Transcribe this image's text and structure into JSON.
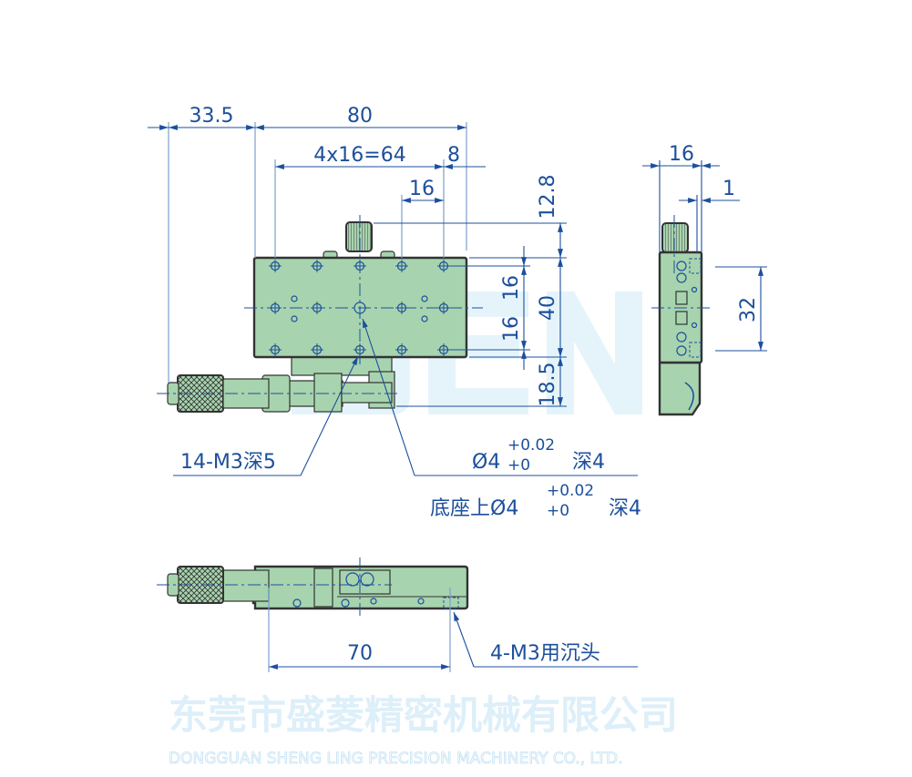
{
  "watermark": {
    "logo": "SEN",
    "company_cn": "东莞市盛菱精密机械有限公司",
    "company_en": "DONGGUAN SHENG LING PRECISION MACHINERY CO., LTD."
  },
  "colors": {
    "dimension": "#1c4f9c",
    "part_fill": "#a7d4ae",
    "outline": "#333333",
    "watermark": "#dcf0fa"
  },
  "top_view": {
    "dims": {
      "offset": "33.5",
      "width": "80",
      "hole_span": "4x16=64",
      "edge": "8",
      "pitch": "16",
      "knob": "12.8",
      "pitch_v1": "16",
      "pitch_v2": "16",
      "height": "40",
      "base": "18.5"
    },
    "notes": {
      "tapped_holes": "14-M3深5",
      "pin_hole": {
        "prefix": "Ø4",
        "tol_upper": "+0.02",
        "tol_lower": "+0",
        "suffix": "深4"
      },
      "base_pin_hole": {
        "prefix": "底座上Ø4",
        "tol_upper": "+0.02",
        "tol_lower": "+0",
        "suffix": "深4"
      }
    }
  },
  "side_view": {
    "dims": {
      "width": "16",
      "offset": "1",
      "pitch": "32"
    }
  },
  "bottom_view": {
    "dims": {
      "span": "70"
    },
    "note": "4-M3用沉头"
  }
}
